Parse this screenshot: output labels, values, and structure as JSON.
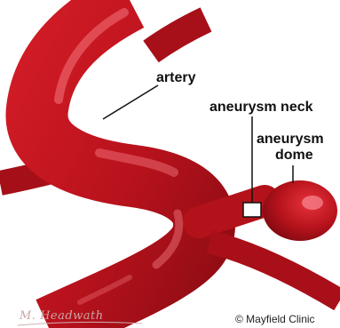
{
  "labels": {
    "artery": "artery",
    "aneurysm_neck": "aneurysm neck",
    "aneurysm_dome_line1": "aneurysm",
    "aneurysm_dome_line2": "dome"
  },
  "signature": "M. Headwath",
  "copyright": "© Mayfield Clinic",
  "colors": {
    "vessel": "#b8121c",
    "vessel_dark": "#7e0a10",
    "highlight": "#ff7f86",
    "background": "#ffffff"
  }
}
